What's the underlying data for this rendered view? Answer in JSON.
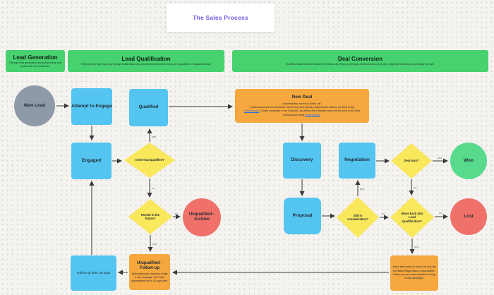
{
  "title_card": {
    "label": "The Sales Process",
    "color": "#6d5be8"
  },
  "sections": [
    {
      "title": "Lead Generation",
      "subtitle": "Through lead generation and prospecting, new leads enter the Leads List."
    },
    {
      "title": "Lead Qualification",
      "subtitle": "Reps pick up new leads, go through initial discovery, and determine whether they are a qualified or unqualified lead."
    },
    {
      "title": "Deal Conversion",
      "subtitle": "Qualified leads become Deals in the Deals List. Reps go through additional discovery, pitch, objection handling, and closing the sale."
    }
  ],
  "nodes": {
    "new_lead": {
      "label": "New Lead"
    },
    "attempt_engage": {
      "label": "Attempt to Engage"
    },
    "qualified": {
      "label": "Qualified"
    },
    "engaged": {
      "label": "Engaged"
    },
    "lead_qualified_q": {
      "label": "Is the lead qualified?"
    },
    "revisit_q": {
      "label": "Revisit in the future?"
    },
    "unqualified_archive": {
      "label": "Unqualified - Archive"
    },
    "unqualified_followup": {
      "title": "Unqualified - Follow-up",
      "body": "Optionally mark checkbox to flag a drip campaign. Due Date automatically set to 30 days later."
    },
    "followup_30": {
      "label": "Follow-up after 30 days"
    },
    "new_deal": {
      "title": "New Deal",
      "line1": "Automatically moved to Deals List.",
      "line2_pre": "Create account in the Accounts List (if they don't already exist) and tie back to the Deal using ",
      "line2_link": "Relationships",
      "line2_mid": ". Create contact(s) in the Contacts List (if they don't already exist) and tie back to the Deal and Account using ",
      "line3_link": "Relationships",
      "line3_end": "."
    },
    "discovery": {
      "label": "Discovery"
    },
    "negotiation": {
      "label": "Negotiation"
    },
    "deal_won_q": {
      "label": "Deal won?"
    },
    "won": {
      "label": "Won"
    },
    "proposal": {
      "label": "Proposal"
    },
    "consideration_q": {
      "label": "Still in consideration?"
    },
    "move_back_q": {
      "label": "Move back into Lead Qualification?"
    },
    "lost": {
      "label": "Lost"
    },
    "move_back_note": {
      "body": "Move task back to Leads List and set the Sales Stage back to Unqualified - Follow-up and mark checkbox to flag a drip campaign."
    }
  },
  "edge_labels": {
    "lead_qualified_yes": "yes",
    "lead_qualified_no": "no",
    "revisit_no": "no",
    "revisit_yes": "yes",
    "deal_won_yes": "yes",
    "deal_won_no": "no",
    "consideration_yes": "yes",
    "consideration_no": "no",
    "move_back_no": "no",
    "move_back_yes": "yes"
  },
  "colors": {
    "canvas_bg": "#f4f3f0",
    "section_green": "#47d16f",
    "box_blue": "#54c5f0",
    "diamond_yellow": "#f9e75c",
    "note_orange": "#f6a73d",
    "fail_red": "#f0716a",
    "won_green": "#57da8c",
    "lead_gray": "#8f9aa8",
    "title_purple": "#6d5be8",
    "arrow": "#3a3a3a",
    "link_blue": "#2f6fe0"
  }
}
